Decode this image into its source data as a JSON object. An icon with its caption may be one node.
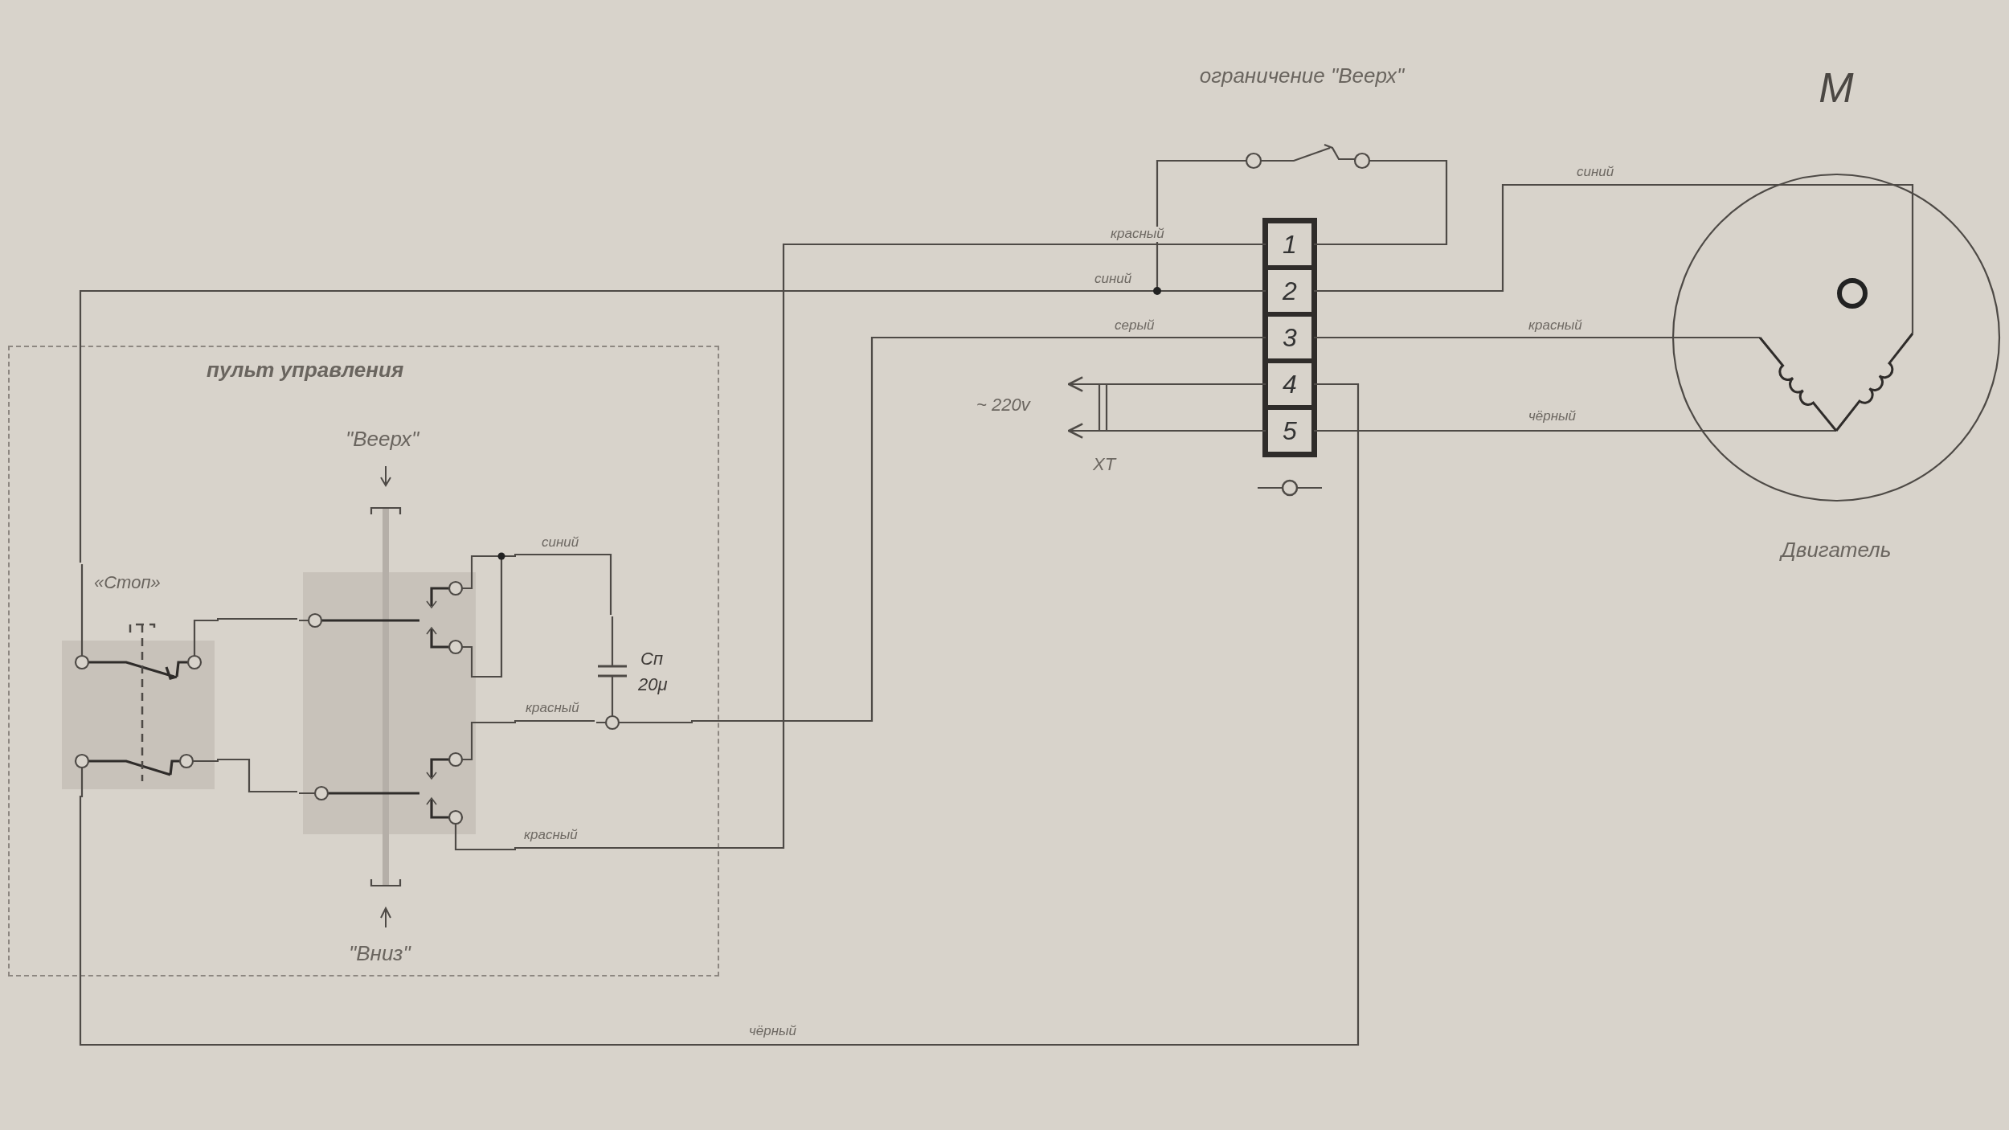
{
  "diagram": {
    "nodes": [
      {
        "text": [
          "ограничение \"Веерх\""
        ]
      },
      {
        "text": [],
        "shape": "box"
      },
      {
        "text": [
          "1"
        ],
        "in": 1
      },
      {
        "text": [
          "2"
        ],
        "in": 1
      },
      {
        "text": [
          "3"
        ],
        "in": 1
      },
      {
        "text": [
          "4"
        ],
        "in": 1
      },
      {
        "text": [
          "5"
        ],
        "in": 1
      },
      {
        "text": [
          "M",
          "Двигатель"
        ]
      },
      {
        "text": [
          "пульт управления"
        ]
      },
      {
        "text": [
          "«Стоп»"
        ],
        "in": 8
      },
      {
        "text": [
          "\"Веерх\"",
          "\"Вниз\""
        ],
        "in": 8
      },
      {
        "text": [
          "Сп",
          "20μ"
        ],
        "in": 8
      },
      {
        "text": [
          "~ 220v"
        ]
      }
    ],
    "edges": [
      {
        "from": 3,
        "to": 9,
        "arrow": "none",
        "label": "синий"
      },
      {
        "from": 3,
        "to": 0,
        "arrow": "none"
      },
      {
        "from": 0,
        "to": 2,
        "arrow": "none"
      },
      {
        "from": 2,
        "to": 10,
        "arrow": "none",
        "label": "красный"
      },
      {
        "from": 4,
        "to": 11,
        "arrow": "none",
        "label": "серый"
      },
      {
        "from": 11,
        "to": 10,
        "arrow": "none",
        "label": "красный"
      },
      {
        "from": 11,
        "to": 10,
        "arrow": "none",
        "label": "синий"
      },
      {
        "from": 5,
        "to": 9,
        "arrow": "none",
        "label": "чёрный"
      },
      {
        "from": 5,
        "to": 12,
        "arrow": "to"
      },
      {
        "from": 6,
        "to": 12,
        "arrow": "to"
      },
      {
        "from": 3,
        "to": 7,
        "arrow": "none",
        "label": "синий"
      },
      {
        "from": 4,
        "to": 7,
        "arrow": "none",
        "label": "красный"
      },
      {
        "from": 6,
        "to": 7,
        "arrow": "none",
        "label": "чёрный"
      },
      {
        "from": 9,
        "to": 10,
        "arrow": "none"
      },
      {
        "from": 9,
        "to": 10,
        "arrow": "none"
      }
    ],
    "labels": [
      "красный",
      "XT"
    ]
  }
}
